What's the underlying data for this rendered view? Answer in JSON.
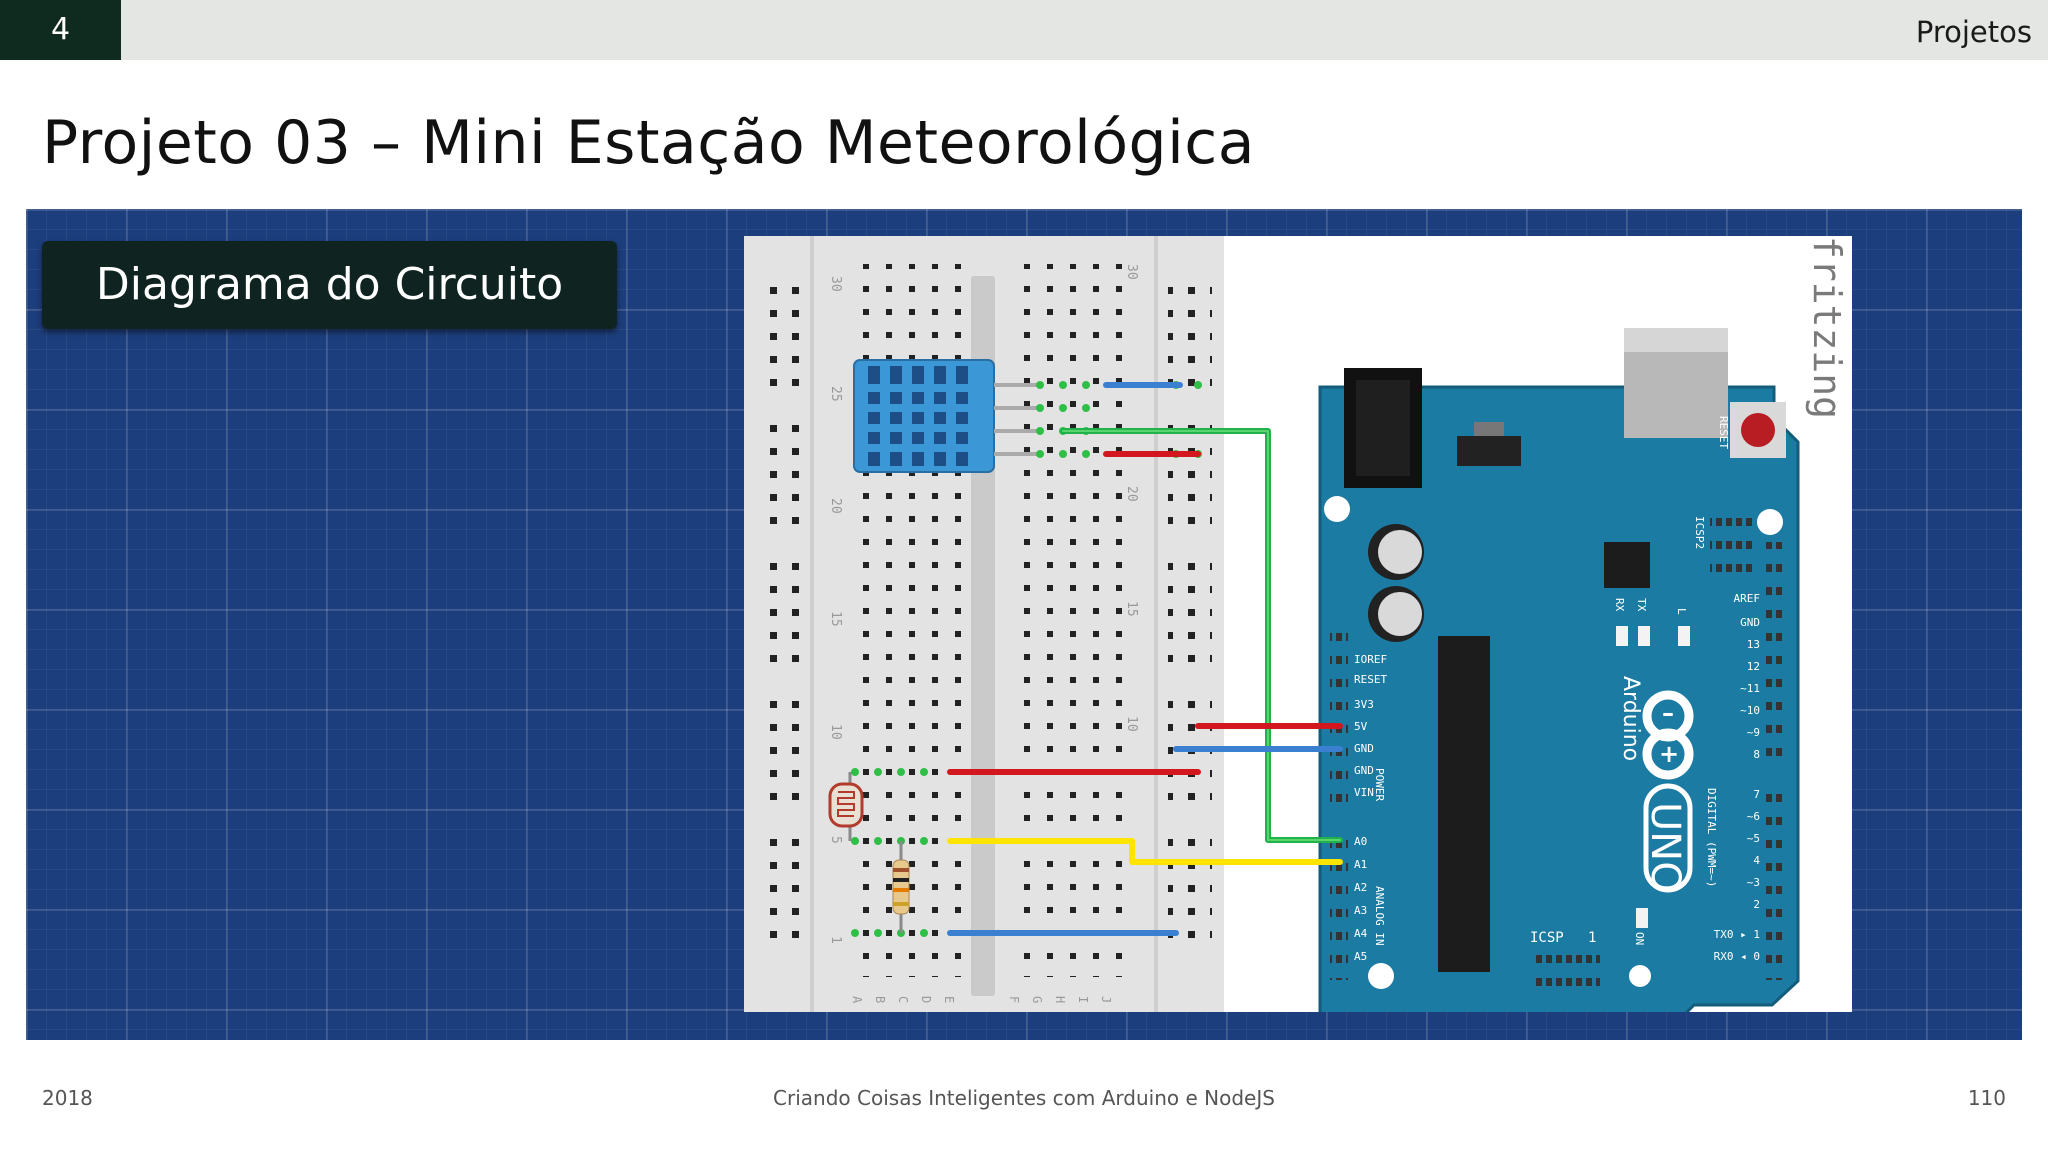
{
  "header": {
    "slide_number": "4",
    "section": "Projetos"
  },
  "title": "Projeto 03 – Mini Estação Meteorológica",
  "diagram_label": "Diagrama do Circuito",
  "circuit": {
    "watermark": "fritzing",
    "breadboard_rows": [
      "30",
      "25",
      "20",
      "15",
      "10",
      "5",
      "1"
    ],
    "breadboard_cols_left": [
      "A",
      "B",
      "C",
      "D",
      "E"
    ],
    "breadboard_cols_right": [
      "F",
      "G",
      "H",
      "I",
      "J"
    ],
    "arduino": {
      "brand": "Arduino",
      "model": "UNO",
      "power_pins": [
        "IOREF",
        "RESET",
        "3V3",
        "5V",
        "GND",
        "GND",
        "VIN"
      ],
      "power_header": "POWER",
      "analog_pins": [
        "A0",
        "A1",
        "A2",
        "A3",
        "A4",
        "A5"
      ],
      "analog_header": "ANALOG IN",
      "digital_pins": [
        "AREF",
        "GND",
        "13",
        "12",
        "~11",
        "~10",
        "~9",
        "8",
        "7",
        "~6",
        "~5",
        "4",
        "~3",
        "2",
        "TX0 ▸ 1",
        "RX0 ◂ 0"
      ],
      "digital_header": "DIGITAL (PWM=~)",
      "reset_label": "RESET",
      "icsp_label": "ICSP",
      "icsp2_label": "ICSP2",
      "led_labels": [
        "RX",
        "TX",
        "L",
        "ON"
      ],
      "icsp_one": "1"
    },
    "wire_colors": {
      "green": "#22b24c",
      "red": "#d2171e",
      "blue": "#3a7fd0",
      "yellow": "#ffe400"
    }
  },
  "footer": {
    "year": "2018",
    "course": "Criando Coisas Inteligentes com Arduino e NodeJS",
    "page": "110"
  }
}
